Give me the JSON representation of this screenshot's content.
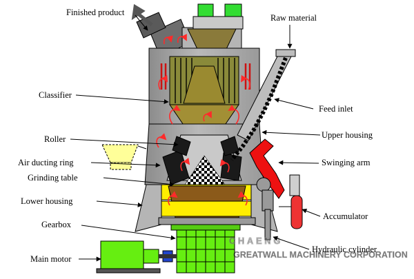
{
  "labels": {
    "finished_product": "Finished product",
    "raw_material": "Raw material",
    "classifier": "Classifier",
    "feed_inlet": "Feed inlet",
    "upper_housing": "Upper housing",
    "roller": "Roller",
    "swinging_arm": "Swinging arm",
    "air_ducting_ring": "Air ducting ring",
    "grinding_table": "Grinding table",
    "lower_housing": "Lower housing",
    "accumulator": "Accumulator",
    "gearbox": "Gearbox",
    "hydraulic_cylinder": "Hydraulic cylinder",
    "main_motor": "Main motor"
  },
  "watermark": {
    "brand": "CHAENG",
    "company": "GREATWALL MACHINERY CORPORATION"
  },
  "colors": {
    "housing": "#a9a9a9",
    "classifier": "#8a8a3a",
    "classifier_cone": "#a28f35",
    "motor_green": "#66ee11",
    "arm_red": "#ee1111",
    "table_yellow": "#ffee00",
    "table_brown": "#8b5a1a",
    "roller_black": "#1a1a1a",
    "flow_red": "#ff2a2a"
  }
}
